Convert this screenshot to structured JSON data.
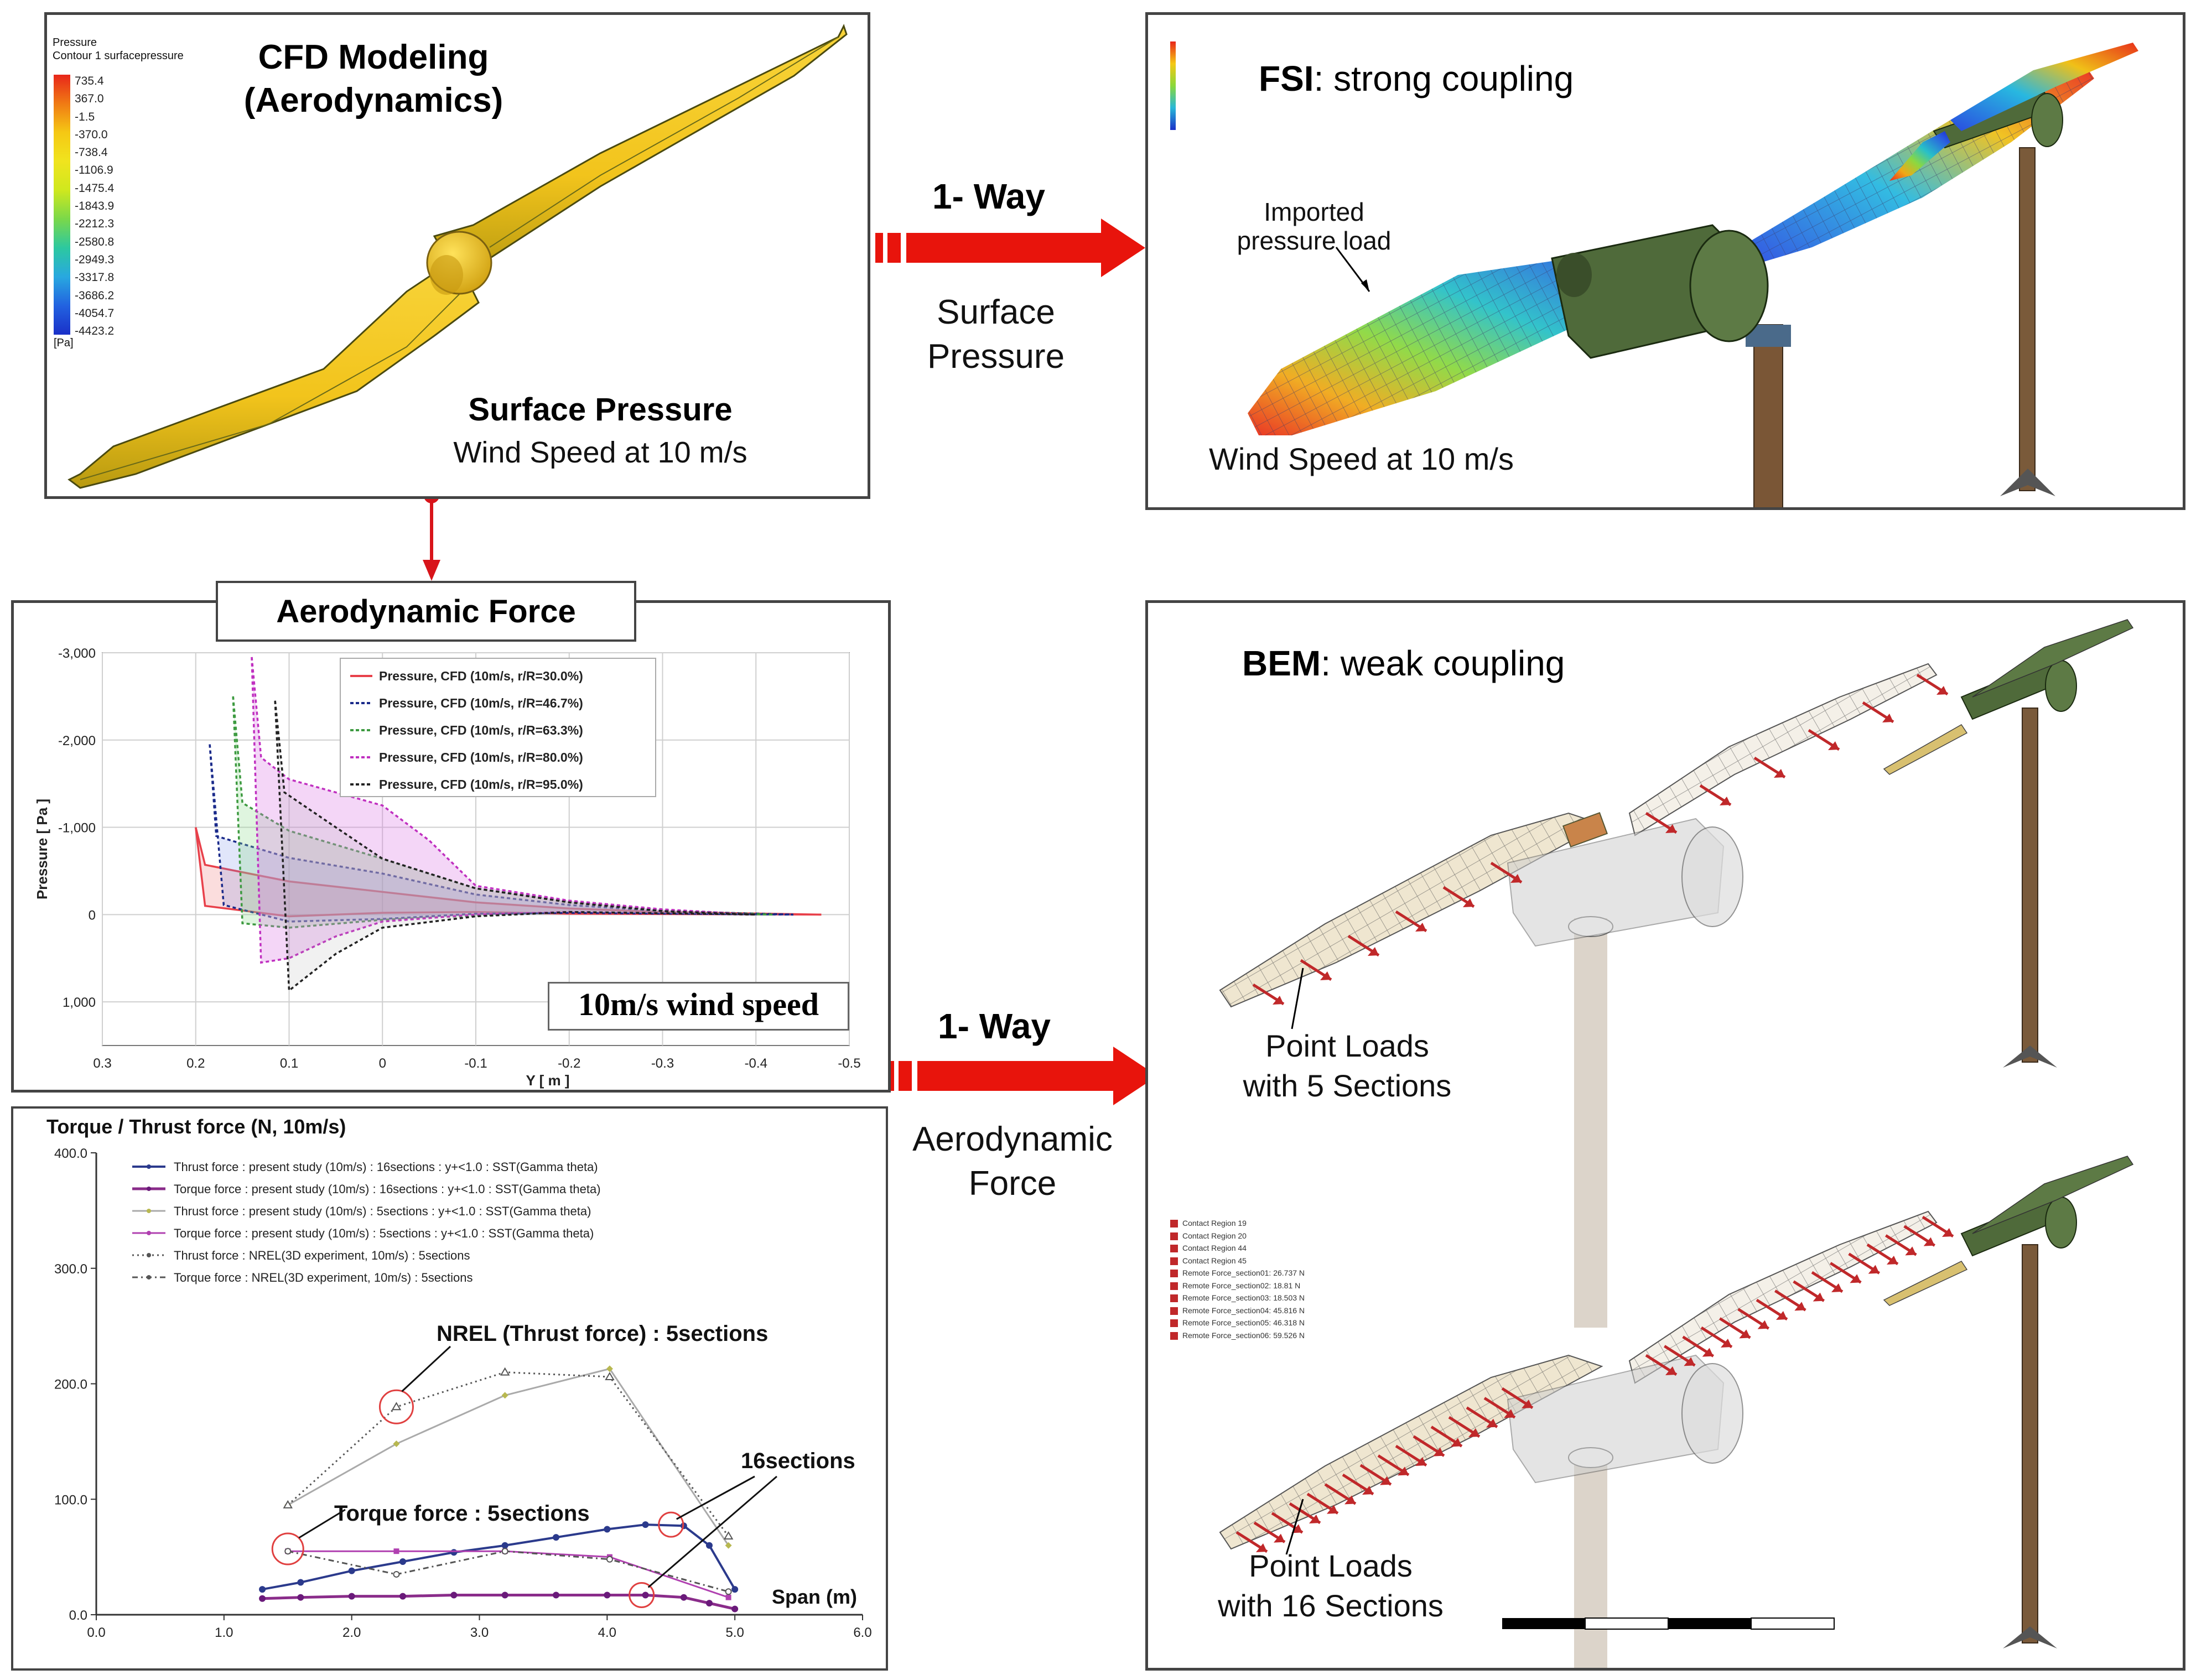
{
  "cfd_panel": {
    "title_line1": "CFD Modeling",
    "title_line2": "(Aerodynamics)",
    "legend_title_line1": "Pressure",
    "legend_title_line2": "Contour 1 surfacepressure",
    "legend_values": [
      "735.4",
      "367.0",
      "-1.5",
      "-370.0",
      "-738.4",
      "-1106.9",
      "-1475.4",
      "-1843.9",
      "-2212.3",
      "-2580.8",
      "-2949.3",
      "-3317.8",
      "-3686.2",
      "-4054.7",
      "-4423.2"
    ],
    "legend_unit": "[Pa]",
    "caption_bold": "Surface Pressure",
    "caption": "Wind Speed at 10 m/s"
  },
  "fsi_panel": {
    "title_bold": "FSI",
    "title_rest": ": strong coupling",
    "annotation_line1": "Imported",
    "annotation_line2": "pressure load",
    "caption": "Wind Speed at 10 m/s"
  },
  "arrow_top": {
    "label": "1- Way",
    "caption_line1": "Surface",
    "caption_line2": "Pressure",
    "color": "#e8140c"
  },
  "arrow_bottom": {
    "label": "1- Way",
    "caption_line1": "Aerodynamic",
    "caption_line2": "Force",
    "color": "#e8140c"
  },
  "aero_panel": {
    "header": "Aerodynamic Force",
    "wind_box": "10m/s wind speed"
  },
  "bem_panel": {
    "title_bold": "BEM",
    "title_rest": ": weak coupling",
    "caption5_line1": "Point Loads",
    "caption5_line2": "with 5 Sections",
    "caption16_line1": "Point Loads",
    "caption16_line2": "with 16 Sections",
    "contact_list": [
      "Contact Region 19",
      "Contact Region 20",
      "Contact Region 44",
      "Contact Region 45",
      "Remote Force_section01: 26.737 N",
      "Remote Force_section02: 18.81 N",
      "Remote Force_section03: 18.503 N",
      "Remote Force_section04: 45.816 N",
      "Remote Force_section05: 46.318 N",
      "Remote Force_section06: 59.526 N"
    ]
  },
  "chart_data": [
    {
      "type": "line",
      "xlabel": "Y [ m ]",
      "ylabel": "Pressure [ Pa ]",
      "xlim": [
        0.3,
        -0.5
      ],
      "ylim": [
        -3000,
        1500
      ],
      "y_inverted": true,
      "x_ticks": [
        "0.3",
        "0.2",
        "0.1",
        "0",
        "-0.1",
        "-0.2",
        "-0.3",
        "-0.4",
        "-0.5"
      ],
      "y_ticks": [
        "-3,000",
        "-2,000",
        "-1,000",
        "0",
        "1,000"
      ],
      "legend": "top-right",
      "grid": true,
      "series": [
        {
          "name": "Pressure, CFD (10m/s, r/R=30.0%)",
          "color": "#e8404a",
          "upper": [
            [
              0.2,
              -1000
            ],
            [
              0.19,
              -570
            ],
            [
              0.1,
              -380
            ],
            [
              0,
              -260
            ],
            [
              -0.1,
              -140
            ],
            [
              -0.2,
              -70
            ],
            [
              -0.3,
              -30
            ],
            [
              -0.47,
              0
            ]
          ],
          "lower": [
            [
              0.2,
              -1000
            ],
            [
              0.19,
              -100
            ],
            [
              0.1,
              20
            ],
            [
              0,
              -20
            ],
            [
              -0.1,
              -30
            ],
            [
              -0.2,
              -10
            ],
            [
              -0.47,
              0
            ]
          ]
        },
        {
          "name": "Pressure, CFD (10m/s, r/R=46.7%)",
          "color": "#1a2a8a",
          "upper": [
            [
              0.185,
              -1950
            ],
            [
              0.178,
              -900
            ],
            [
              0.1,
              -650
            ],
            [
              0,
              -470
            ],
            [
              -0.1,
              -230
            ],
            [
              -0.2,
              -110
            ],
            [
              -0.3,
              -40
            ],
            [
              -0.44,
              0
            ]
          ],
          "lower": [
            [
              0.185,
              -1950
            ],
            [
              0.17,
              -110
            ],
            [
              0.1,
              80
            ],
            [
              0,
              50
            ],
            [
              -0.1,
              -10
            ],
            [
              -0.2,
              -20
            ],
            [
              -0.44,
              0
            ]
          ]
        },
        {
          "name": "Pressure, CFD (10m/s, r/R=63.3%)",
          "color": "#3d9a40",
          "upper": [
            [
              0.16,
              -2500
            ],
            [
              0.15,
              -1280
            ],
            [
              0.1,
              -960
            ],
            [
              0,
              -640
            ],
            [
              -0.1,
              -300
            ],
            [
              -0.2,
              -150
            ],
            [
              -0.3,
              -50
            ],
            [
              -0.42,
              0
            ]
          ],
          "lower": [
            [
              0.16,
              -2500
            ],
            [
              0.15,
              100
            ],
            [
              0.1,
              150
            ],
            [
              0,
              60
            ],
            [
              -0.1,
              10
            ],
            [
              -0.2,
              -30
            ],
            [
              -0.42,
              0
            ]
          ]
        },
        {
          "name": "Pressure, CFD (10m/s, r/R=80.0%)",
          "color": "#c030c0",
          "upper": [
            [
              0.14,
              -2950
            ],
            [
              0.13,
              -1800
            ],
            [
              0.1,
              -1550
            ],
            [
              0,
              -1250
            ],
            [
              -0.05,
              -850
            ],
            [
              -0.1,
              -330
            ],
            [
              -0.2,
              -160
            ],
            [
              -0.3,
              -60
            ],
            [
              -0.4,
              0
            ]
          ],
          "lower": [
            [
              0.14,
              -2950
            ],
            [
              0.13,
              550
            ],
            [
              0.1,
              500
            ],
            [
              0.05,
              250
            ],
            [
              0,
              80
            ],
            [
              -0.1,
              0
            ],
            [
              -0.2,
              -30
            ],
            [
              -0.4,
              0
            ]
          ]
        },
        {
          "name": "Pressure, CFD (10m/s, r/R=95.0%)",
          "color": "#222222",
          "upper": [
            [
              0.115,
              -2450
            ],
            [
              0.105,
              -1400
            ],
            [
              0.05,
              -1000
            ],
            [
              0,
              -640
            ],
            [
              -0.1,
              -300
            ],
            [
              -0.2,
              -140
            ],
            [
              -0.3,
              -40
            ],
            [
              -0.4,
              0
            ]
          ],
          "lower": [
            [
              0.115,
              -2450
            ],
            [
              0.1,
              870
            ],
            [
              0.05,
              450
            ],
            [
              0,
              150
            ],
            [
              -0.1,
              20
            ],
            [
              -0.2,
              -30
            ],
            [
              -0.4,
              0
            ]
          ]
        }
      ]
    },
    {
      "type": "line",
      "title": "Torque / Thrust force (N, 10m/s)",
      "xlabel": "Span (m)",
      "xlim": [
        0,
        6
      ],
      "ylim": [
        0,
        400
      ],
      "x_ticks": [
        "0.0",
        "1.0",
        "2.0",
        "3.0",
        "4.0",
        "5.0",
        "6.0"
      ],
      "y_ticks": [
        "0.0",
        "100.0",
        "200.0",
        "300.0",
        "400.0"
      ],
      "legend": "top-left",
      "series": [
        {
          "name": "Thrust force : present study (10m/s) : 16sections : y+<1.0 : SST(Gamma theta)",
          "color": "#2b3a8c",
          "x": [
            1.3,
            1.6,
            2.0,
            2.4,
            2.8,
            3.2,
            3.6,
            4.0,
            4.3,
            4.6,
            4.8,
            5.0
          ],
          "y": [
            22,
            28,
            38,
            46,
            54,
            60,
            67,
            74,
            78,
            77,
            60,
            22
          ]
        },
        {
          "name": "Torque force : present study (10m/s) : 16sections : y+<1.0 : SST(Gamma theta)",
          "color": "#8a2c8a",
          "x": [
            1.3,
            1.6,
            2.0,
            2.4,
            2.8,
            3.2,
            3.6,
            4.0,
            4.3,
            4.6,
            4.8,
            5.0
          ],
          "y": [
            14,
            15,
            16,
            16,
            17,
            17,
            17,
            17,
            17,
            15,
            10,
            5
          ]
        },
        {
          "name": "Thrust force : present study (10m/s) : 5sections : y+<1.0 : SST(Gamma theta)",
          "color": "#a8a8a8",
          "x": [
            1.5,
            2.35,
            3.2,
            4.02,
            4.95
          ],
          "y": [
            95,
            148,
            190,
            213,
            60
          ]
        },
        {
          "name": "Torque force : present study (10m/s) : 5sections : y+<1.0 : SST(Gamma theta)",
          "color": "#b040b0",
          "x": [
            1.5,
            2.35,
            3.2,
            4.02,
            4.95
          ],
          "y": [
            55,
            55,
            55,
            50,
            15
          ]
        },
        {
          "name": "Thrust force : NREL(3D experiment, 10m/s) : 5sections",
          "color": "#555555",
          "x": [
            1.5,
            2.35,
            3.2,
            4.02,
            4.95
          ],
          "y": [
            95,
            180,
            210,
            206,
            68
          ]
        },
        {
          "name": "Torque force : NREL(3D experiment, 10m/s) : 5sections",
          "color": "#555555",
          "x": [
            1.5,
            2.35,
            3.2,
            4.02,
            4.95
          ],
          "y": [
            55,
            35,
            55,
            48,
            20
          ]
        }
      ],
      "annotations": [
        "NREL (Thrust force) : 5sections",
        "Torque force : 5sections",
        "16sections"
      ]
    }
  ]
}
